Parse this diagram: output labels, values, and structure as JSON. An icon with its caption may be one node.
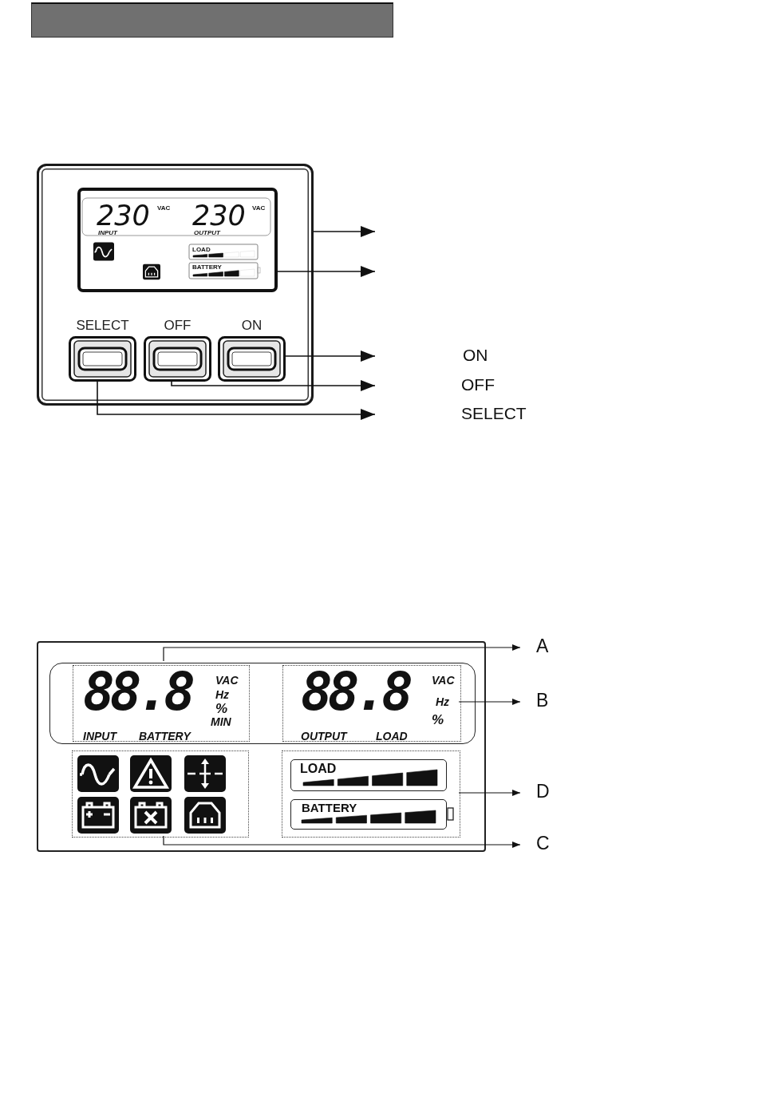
{
  "diagram": {
    "nodes": [
      {
        "text": [],
        "shape": "box"
      },
      {
        "text": [
          "230",
          "VAC",
          "INPUT",
          "230",
          "VAC",
          "OUTPUT",
          "LOAD",
          "BATTERY"
        ],
        "in": 0
      },
      {
        "text": [
          "SELECT"
        ],
        "in": 0
      },
      {
        "text": [
          "OFF"
        ],
        "in": 0
      },
      {
        "text": [
          "ON"
        ],
        "in": 0
      },
      {
        "text": [
          "ON"
        ]
      },
      {
        "text": [
          "OFF"
        ]
      },
      {
        "text": [
          "SELECT"
        ]
      },
      {
        "text": [],
        "shape": "box"
      },
      {
        "text": [],
        "shape": "box",
        "in": 8
      },
      {
        "text": [
          "88.8",
          "VAC",
          "Hz",
          "%",
          "MIN",
          "INPUT",
          "BATTERY"
        ],
        "in": 9
      },
      {
        "text": [
          "88.8",
          "VAC",
          "Hz",
          "%",
          "OUTPUT",
          "LOAD"
        ],
        "in": 9
      },
      {
        "text": [],
        "shape": "box",
        "in": 8
      },
      {
        "text": [],
        "shape": "box",
        "in": 8
      },
      {
        "text": [
          "LOAD"
        ],
        "in": 13
      },
      {
        "text": [
          "BATTERY"
        ],
        "in": 13
      },
      {
        "text": [
          "A"
        ]
      },
      {
        "text": [
          "B"
        ]
      },
      {
        "text": [
          "D"
        ]
      },
      {
        "text": [
          "C"
        ]
      }
    ],
    "edges": [
      {
        "from": 0,
        "to": null,
        "arrow": "to"
      },
      {
        "from": 1,
        "to": null,
        "arrow": "to"
      },
      {
        "from": 4,
        "to": 5,
        "arrow": "to"
      },
      {
        "from": 3,
        "to": 6,
        "arrow": "to"
      },
      {
        "from": 2,
        "to": 7,
        "arrow": "to"
      },
      {
        "from": 9,
        "to": 16,
        "arrow": "to"
      },
      {
        "from": 11,
        "to": 17,
        "arrow": "to"
      },
      {
        "from": 13,
        "to": 18,
        "arrow": "to"
      },
      {
        "from": 12,
        "to": 19,
        "arrow": "to"
      }
    ]
  }
}
